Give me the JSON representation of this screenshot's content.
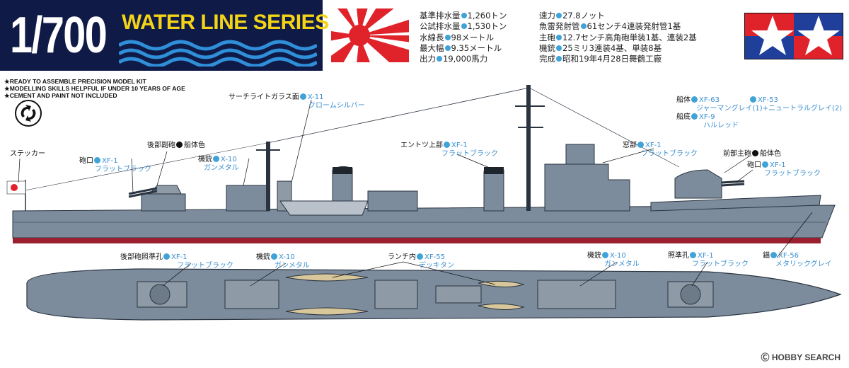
{
  "header": {
    "scale": "1/700",
    "series": "WATER LINE SERIES"
  },
  "specs": {
    "left": [
      {
        "label": "基準排水量",
        "value": "1,260トン"
      },
      {
        "label": "公試排水量",
        "value": "1,530トン"
      },
      {
        "label": "水線長",
        "value": "98メートル"
      },
      {
        "label": "最大幅",
        "value": "9.35メートル"
      },
      {
        "label": "出力",
        "value": "19,000馬力"
      }
    ],
    "right": [
      {
        "label": "速力",
        "value": "27.8ノット"
      },
      {
        "label": "魚雷発射管",
        "value": "61センチ4連装発射管1基"
      },
      {
        "label": "主砲",
        "value": "12.7センチ高角砲単装1基、連装2基"
      },
      {
        "label": "機銃",
        "value": "25ミリ3連装4基、単装8基"
      },
      {
        "label": "完成",
        "value": "昭和19年4月28日舞鶴工廠"
      }
    ]
  },
  "notes": [
    "★READY TO ASSEMBLE PRECISION MODEL KIT",
    "★MODELLING SKILLS HELPFUL IF UNDER 10 YEARS OF AGE",
    "★CEMENT AND PAINT NOT INCLUDED"
  ],
  "callouts": {
    "searchlight": {
      "part": "サーチライトガラス面",
      "code": "X-11",
      "name": "クロームシルバー"
    },
    "hull": {
      "part": "船体",
      "code1": "XF-63",
      "code2": "XF-53",
      "name": "ジャーマングレイ(1)+ニュートラルグレイ(2)"
    },
    "bottom": {
      "part": "船底",
      "code": "XF-9",
      "name": "ハルレッド"
    },
    "rear_gun": {
      "part": "後部副砲",
      "name": "船体色"
    },
    "sticker": {
      "part": "ステッカー"
    },
    "muzzle_rear": {
      "part": "砲口",
      "code": "XF-1",
      "name": "フラットブラック"
    },
    "mg_side": {
      "part": "機銃",
      "code": "X-10",
      "name": "ガンメタル"
    },
    "funnel_top": {
      "part": "エントツ上部",
      "code": "XF-1",
      "name": "フラットブラック"
    },
    "window": {
      "part": "窓部",
      "code": "XF-1",
      "name": "フラットブラック"
    },
    "front_gun": {
      "part": "前部主砲",
      "name": "船体色"
    },
    "muzzle_front": {
      "part": "砲口",
      "code": "XF-1",
      "name": "フラットブラック"
    },
    "rear_sight": {
      "part": "後部砲照準孔",
      "code": "XF-1",
      "name": "フラットブラック"
    },
    "mg_top_left": {
      "part": "機銃",
      "code": "X-10",
      "name": "ガンメタル"
    },
    "launch": {
      "part": "ランチ内",
      "code": "XF-55",
      "name": "デッキタン"
    },
    "mg_top_right": {
      "part": "機銃",
      "code": "X-10",
      "name": "ガンメタル"
    },
    "front_sight": {
      "part": "照準孔",
      "code": "XF-1",
      "name": "フラットブラック"
    },
    "anchor": {
      "part": "錨",
      "code": "XF-56",
      "name": "メタリックグレイ"
    }
  },
  "watermark": {
    "brand": "HOBBY SEARCH"
  },
  "colors": {
    "navy": "#101a47",
    "gold": "#f3d417",
    "paint_blue": "#3fa3d8",
    "hull_grey": "#7c8c9c",
    "hull_red": "#9a2030"
  }
}
